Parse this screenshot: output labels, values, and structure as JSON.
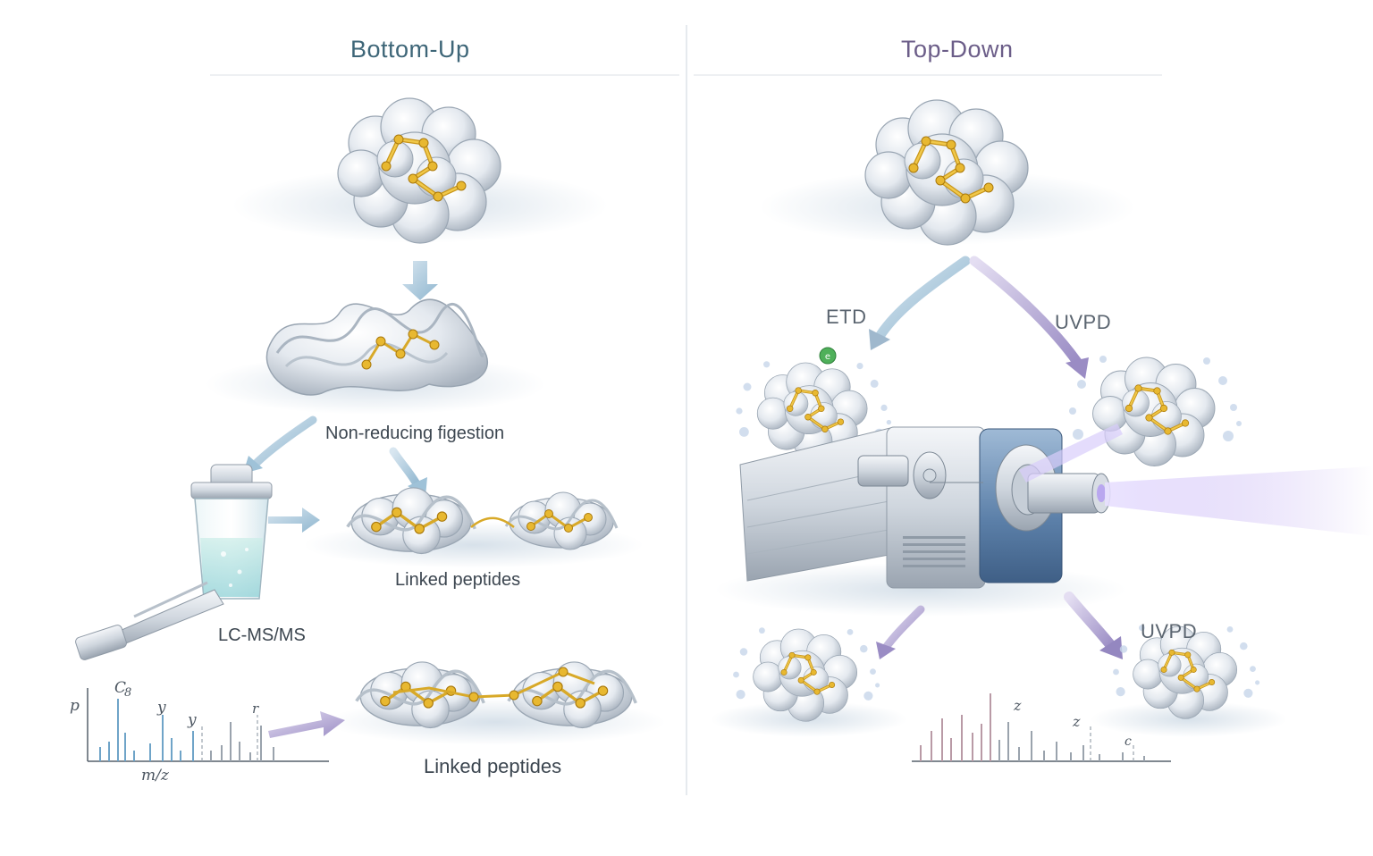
{
  "panels": {
    "left": {
      "title": "Bottom-Up"
    },
    "right": {
      "title": "Top-Down"
    }
  },
  "labels": {
    "digestion": "Non-reducing figestion",
    "linked_peptides_1": "Linked peptides",
    "lcms": "LC-MS/MS",
    "linked_peptides_2": "Linked peptides",
    "etd": "ETD",
    "uvpd_top": "UVPD",
    "uvpd_bottom": "UVPD"
  },
  "spectrum_left": {
    "ylabel": "p",
    "xlabel": "m/z",
    "peak_labels": [
      "C",
      "8",
      "y",
      "y",
      "r"
    ]
  },
  "spectrum_right": {
    "peak_labels": [
      "z",
      "z",
      "c"
    ]
  },
  "colors": {
    "title_left": "#3e6678",
    "title_right": "#6b5d88",
    "disulfide_gold": "#d8a928",
    "arrow_blue": "#a9c9dd",
    "arrow_purple": "#a99cc9",
    "uv_beam": "#c9b8f0"
  }
}
